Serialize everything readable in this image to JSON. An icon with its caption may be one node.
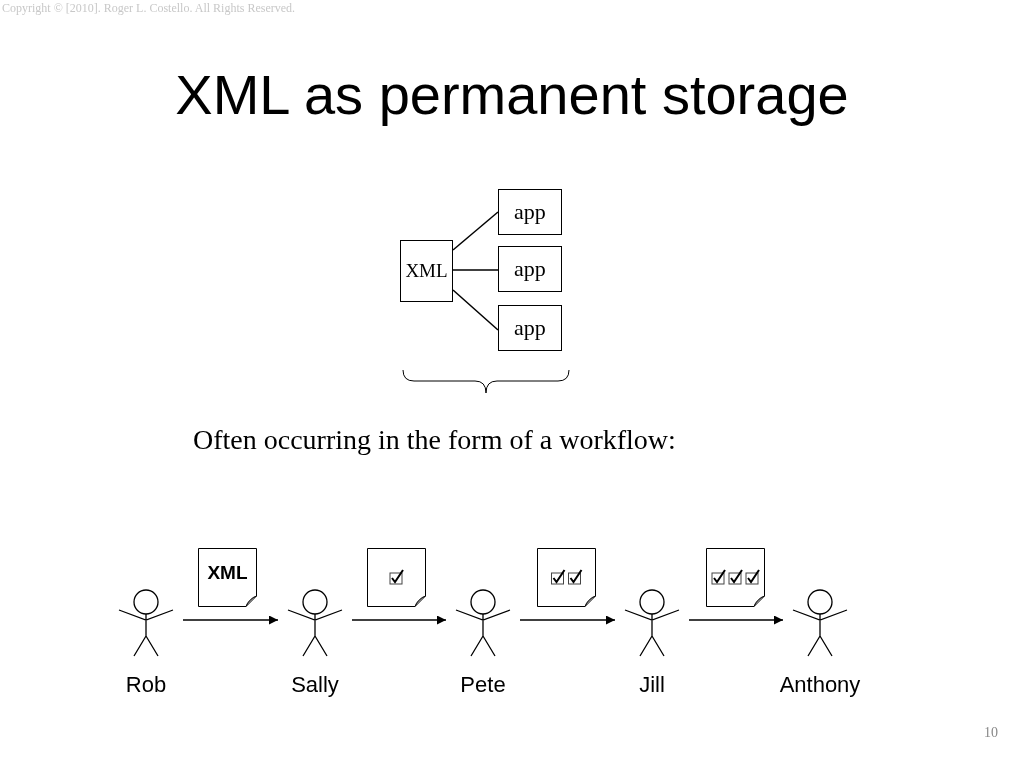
{
  "diagram": {
    "title": "XML as permanent storage",
    "nodes": [
      {
        "text": [
          "XML"
        ]
      },
      {
        "text": [
          "app"
        ]
      },
      {
        "text": [
          "app"
        ]
      },
      {
        "text": [
          "app"
        ]
      },
      {
        "text": [
          "Rob"
        ]
      },
      {
        "text": [
          "Sally"
        ]
      },
      {
        "text": [
          "Pete"
        ]
      },
      {
        "text": [
          "Jill"
        ]
      },
      {
        "text": [
          "Anthony"
        ]
      },
      {
        "text": [
          "XML"
        ]
      },
      {
        "text": [],
        "shape": "document"
      },
      {
        "text": [],
        "shape": "document"
      },
      {
        "text": [],
        "shape": "document"
      }
    ],
    "edges": [
      {
        "from": 0,
        "to": 1,
        "arrow": "none"
      },
      {
        "from": 0,
        "to": 2,
        "arrow": "none"
      },
      {
        "from": 0,
        "to": 3,
        "arrow": "none"
      },
      {
        "from": 4,
        "to": 5,
        "arrow": "to"
      },
      {
        "from": 5,
        "to": 6,
        "arrow": "to"
      },
      {
        "from": 6,
        "to": 7,
        "arrow": "to"
      },
      {
        "from": 7,
        "to": 8,
        "arrow": "to"
      }
    ],
    "labels": [
      "Copyright © [2010].  Roger L. Costello.  All Rights Reserved.",
      "Often occurring in the form of a workflow:",
      "10"
    ]
  }
}
